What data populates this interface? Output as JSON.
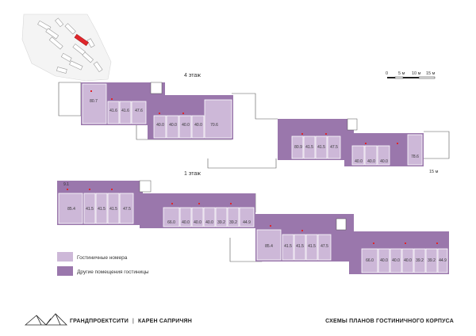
{
  "floors": {
    "upper": "4 этаж",
    "lower": "1 этаж"
  },
  "scale": {
    "ticks": [
      "0",
      "5 м",
      "10 м",
      "15 м"
    ]
  },
  "height_mark": "15 м",
  "rooms_4": [
    "80.7",
    "41.6",
    "41.6",
    "47.6",
    "40.0",
    "40.0",
    "40.0",
    "40.0",
    "70.6",
    "80.9",
    "41.5",
    "41.5",
    "47.5",
    "40.0",
    "40.0",
    "40.0",
    "78.6"
  ],
  "rooms_1": [
    "85.4",
    "41.5",
    "41.5",
    "41.5",
    "47.5",
    "66.0",
    "40.0",
    "40.0",
    "40.0",
    "39.2",
    "39.2",
    "44.9",
    "85.4",
    "41.5",
    "41.5",
    "41.5",
    "47.5",
    "66.0",
    "40.0",
    "40.0",
    "40.0",
    "39.2",
    "39.2",
    "44.9"
  ],
  "small_label": "9.1",
  "legend": {
    "items": [
      {
        "label": "Гостиничные номера",
        "color": "#cdb8d8"
      },
      {
        "label": "Другие помещения гостиницы",
        "color": "#9a77ac"
      }
    ]
  },
  "footer": {
    "brand": "ГРАНДПРОЕКТСИТИ",
    "separator": "|",
    "author": "КАРЕН САПРИЧЯН",
    "title": "СХЕМЫ ПЛАНОВ ГОСТИНИЧНОГО КОРПУСА"
  },
  "colors": {
    "rooms": "#cdb8d8",
    "other": "#9a77ac",
    "accent": "#e0262c"
  }
}
